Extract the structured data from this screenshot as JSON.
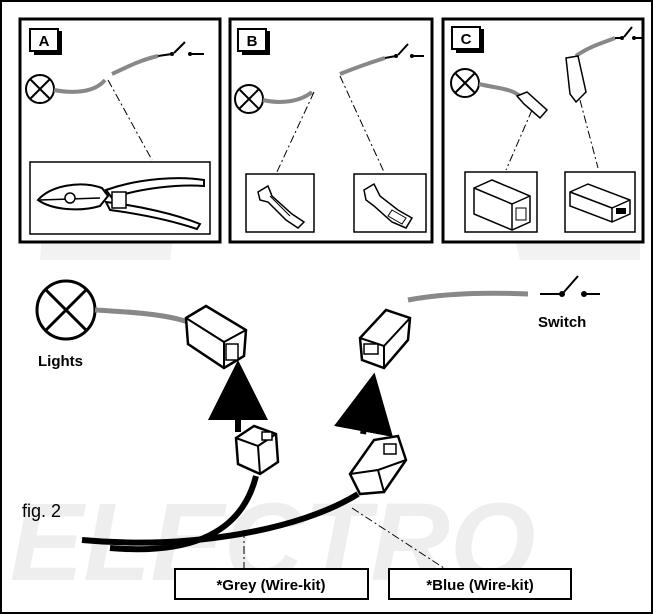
{
  "panels": [
    {
      "letter": "A"
    },
    {
      "letter": "B"
    },
    {
      "letter": "C"
    }
  ],
  "labels": {
    "lights": "Lights",
    "switch": "Switch",
    "figure": "fig. 2",
    "grey_wire": "*Grey (Wire-kit)",
    "blue_wire": "*Blue (Wire-kit)"
  },
  "watermark": {
    "text": "ELECTRO"
  },
  "colors": {
    "frame": "#000000",
    "wire": "#888888",
    "kit_wire": "#000000",
    "watermark": "#eeeeee"
  }
}
